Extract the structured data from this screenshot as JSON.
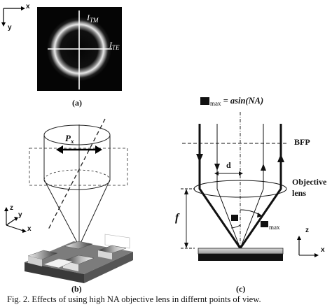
{
  "panel_a": {
    "label": "(a)",
    "axis_x": "x",
    "axis_y": "y",
    "i_tm_base": "I",
    "i_tm_sub": "TM",
    "i_te_base": "I",
    "i_te_sub": "TE"
  },
  "panel_b": {
    "label": "(b)",
    "px_base": "P",
    "px_sub": "x",
    "axis_z": "z",
    "axis_y": "y",
    "axis_x": "x"
  },
  "panel_c": {
    "label": "(c)",
    "eq_sub": "max",
    "eq_rhs": "= asin(NA)",
    "bfp": "BFP",
    "d": "d",
    "objective_line1": "Objective",
    "objective_line2": "lens",
    "f": "f",
    "theta_max_sub": "max",
    "axis_z": "z",
    "axis_x": "x"
  },
  "caption": "Fig. 2. Effects of using high NA objective lens in differnt points of view."
}
